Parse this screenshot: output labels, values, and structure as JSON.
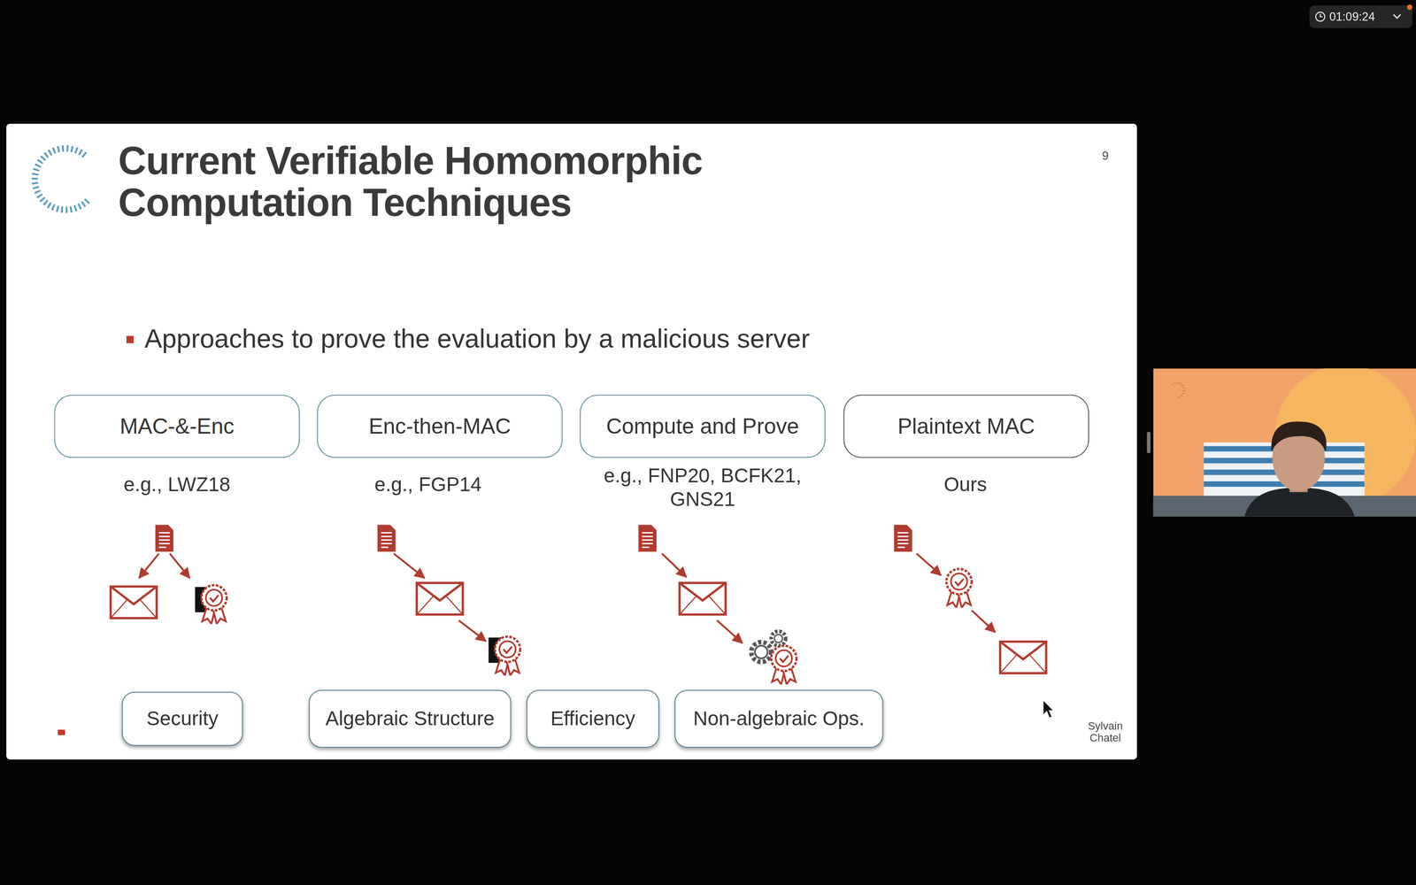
{
  "diagram": {
    "title": "Current Verifiable Homomorphic Computation Techniques",
    "nodes": [
      {
        "text": [
          "MAC-&-Enc"
        ]
      },
      {
        "text": [
          "Enc-then-MAC"
        ]
      },
      {
        "text": [
          "Compute and Prove"
        ]
      },
      {
        "text": [
          "Plaintext MAC"
        ]
      },
      {
        "text": [
          "Security"
        ]
      },
      {
        "text": [
          "Algebraic Structure"
        ]
      },
      {
        "text": [
          "Efficiency"
        ]
      },
      {
        "text": [
          "Non-algebraic Ops."
        ]
      }
    ],
    "labels": [
      "01:09:24",
      "9",
      "Approaches to prove the evaluation by a malicious server",
      "e.g., LWZ18",
      "e.g., FGP14",
      "e.g., FNP20, BCFK21, GNS21",
      "Ours",
      "Sylvain Chatel"
    ]
  }
}
